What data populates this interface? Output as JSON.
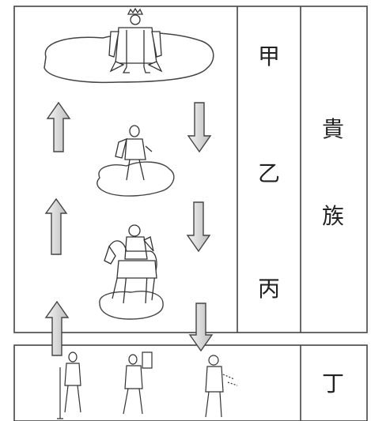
{
  "labels": {
    "rank_1": "甲",
    "rank_2": "乙",
    "rank_3": "丙",
    "nobility": "貴",
    "nobility_2": "族",
    "commoner": "丁"
  },
  "colors": {
    "line": "#444444",
    "arrow_fill": "#d9d9d9",
    "figure": "#333333"
  },
  "icons": {
    "up_arrow": "up-arrow-icon",
    "down_arrow": "down-arrow-icon"
  }
}
